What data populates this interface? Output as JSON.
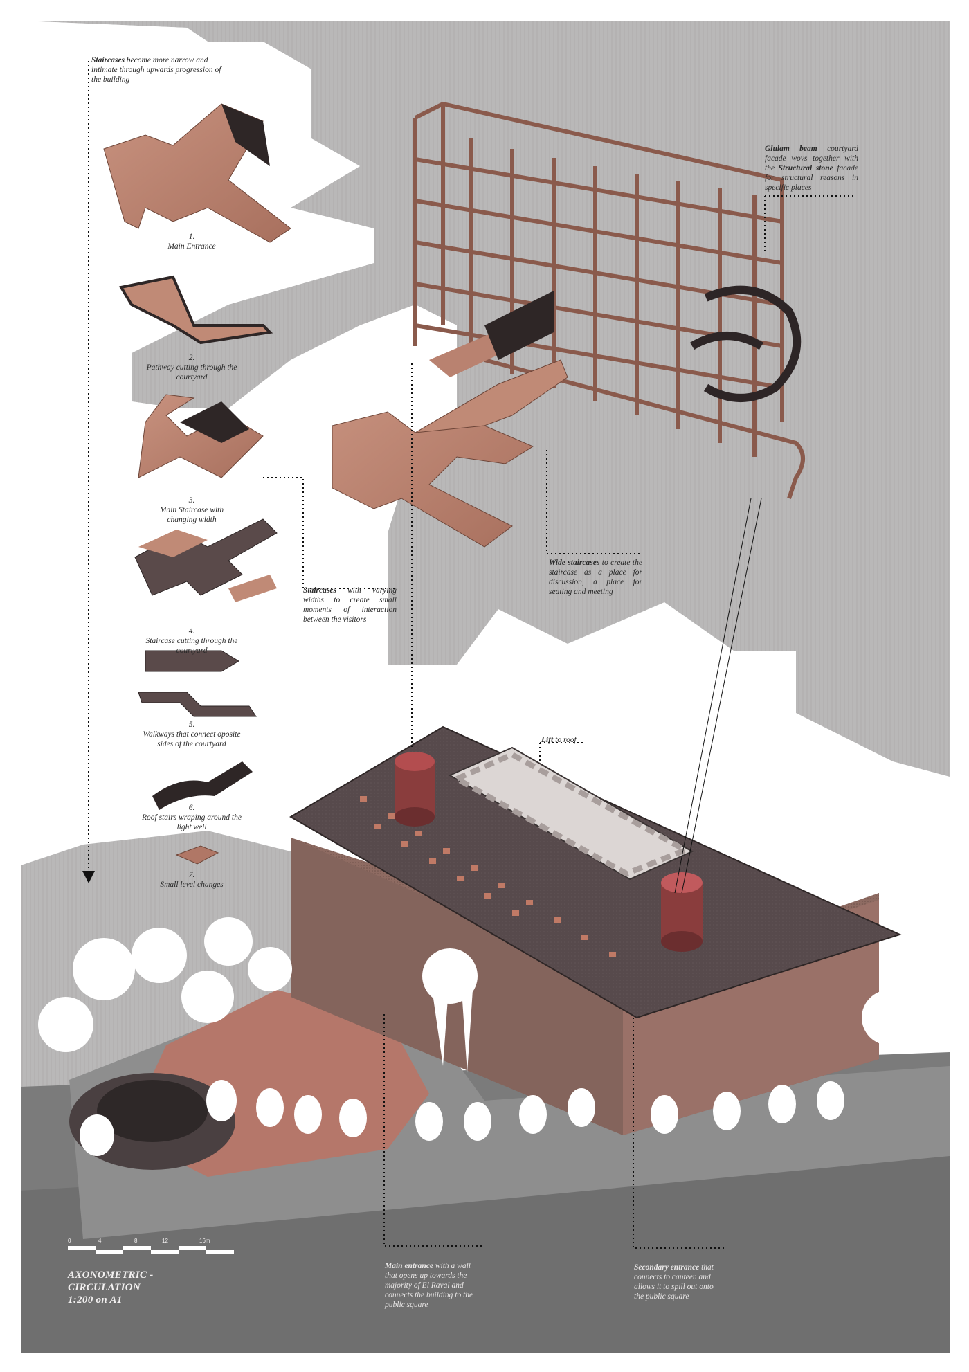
{
  "annotations": {
    "staircases_top": {
      "bold": "Staircases",
      "text": " become more narrow and intimate through upwards progression of the building"
    },
    "glulam": {
      "bold1": "Glulam beam",
      "text1": " courtyard facade wovs together with the ",
      "bold2": "Structural stone",
      "text2": " facade for structural reasons in specific places"
    },
    "wide_staircases": {
      "bold": "Wide staircases",
      "text": " to create the staircase as a place for discussion, a place for seating and meeting"
    },
    "staircases_varying": {
      "bold": "Staircases",
      "text": " with varying widths to create small moments of interaction between the visitors"
    },
    "lift": {
      "bold": "Lift",
      "text": " to roof"
    },
    "main_entrance": {
      "bold": "Main entrance",
      "text": " with a wall that opens up towards the majority of El Raval and connects the building to the public square"
    },
    "secondary_entrance": {
      "bold": "Secondary entrance",
      "text": " that connects to canteen and allows it to spill out onto the public square"
    }
  },
  "elements": [
    {
      "num": "1.",
      "label": "Main Entrance"
    },
    {
      "num": "2.",
      "label": "Pathway cutting through the courtyard"
    },
    {
      "num": "3.",
      "label": "Main Staircase with changing width"
    },
    {
      "num": "4.",
      "label": "Staircase cutting through the courtyard"
    },
    {
      "num": "5.",
      "label": "Walkways that connect oposite sides of the courtyard"
    },
    {
      "num": "6.",
      "label": "Roof stairs wraping around the light well"
    },
    {
      "num": "7.",
      "label": "Small level changes"
    }
  ],
  "title": {
    "line1": "AXONOMETRIC -",
    "line2": "CIRCULATION",
    "scale": "1:200",
    "sheet": " on A1"
  },
  "scale_bar": {
    "ticks": [
      "0",
      "4",
      "8",
      "12",
      "16m"
    ]
  },
  "colors": {
    "terracotta": "#b9826f",
    "terracotta_dark": "#8d5a4c",
    "roof": "#5a4b4d",
    "grey_bg": "#b8b8b8",
    "ink": "#2a2a2a"
  }
}
